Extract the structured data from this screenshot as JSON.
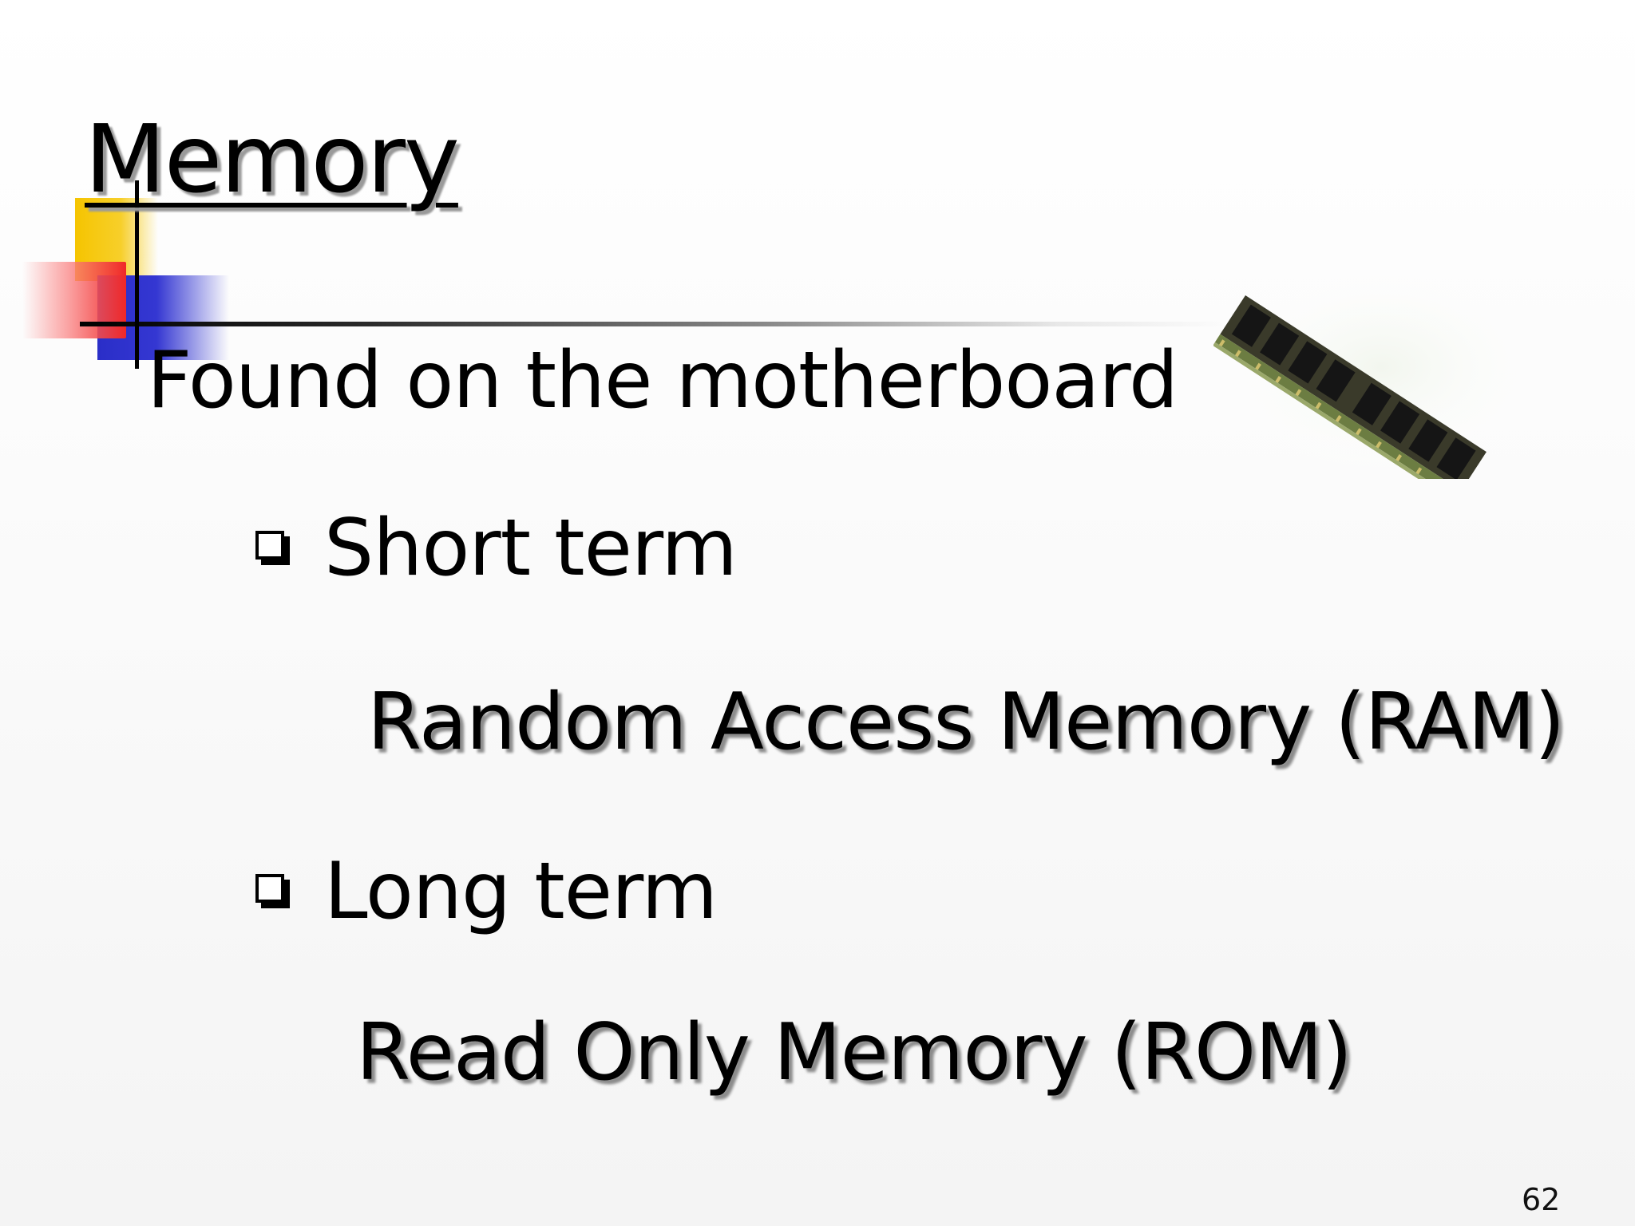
{
  "slide": {
    "title": "Memory",
    "main_text": "Found on the motherboard",
    "items": [
      {
        "label": "Short term",
        "detail": "Random Access Memory (RAM)"
      },
      {
        "label": "Long term",
        "detail": "Read Only Memory (ROM)"
      }
    ],
    "page_number": "62"
  },
  "icons": {
    "bullet": "checkbox-icon",
    "image": "ram-module-icon"
  },
  "colors": {
    "accent_yellow": "#f5c400",
    "accent_blue": "#2a2ec8",
    "accent_red": "#f02828"
  }
}
